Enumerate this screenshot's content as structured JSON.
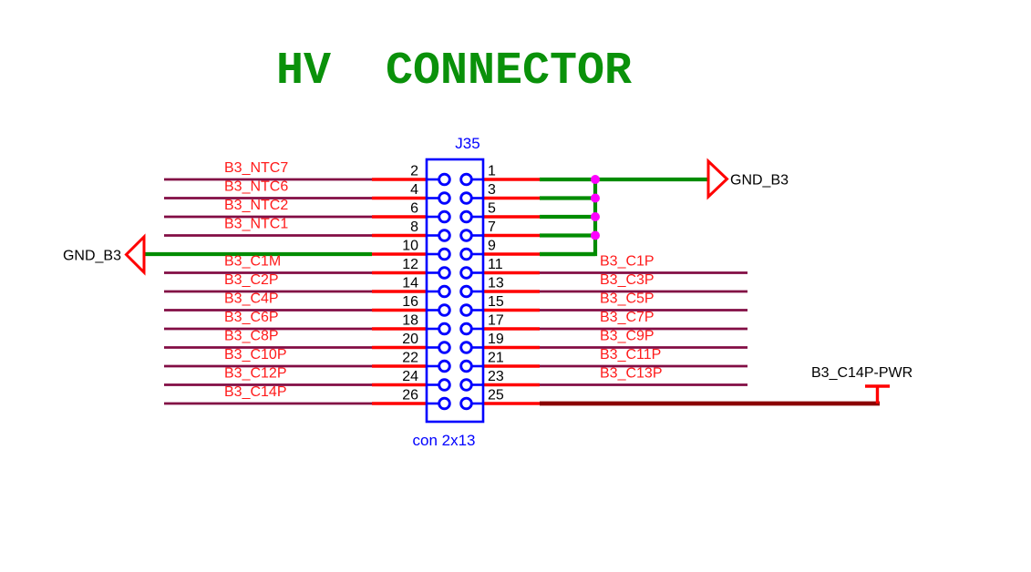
{
  "title": "HV  CONNECTOR",
  "connector": {
    "refdes": "J35",
    "type_label": "con 2x13",
    "rows": [
      {
        "left_pin": "2",
        "right_pin": "1",
        "left_net": "B3_NTC7",
        "right_net": "",
        "left_wire": "purple",
        "right_wire": "green-port",
        "junction": true
      },
      {
        "left_pin": "4",
        "right_pin": "3",
        "left_net": "B3_NTC6",
        "right_net": "",
        "left_wire": "purple",
        "right_wire": "green-bus",
        "junction": true
      },
      {
        "left_pin": "6",
        "right_pin": "5",
        "left_net": "B3_NTC2",
        "right_net": "",
        "left_wire": "purple",
        "right_wire": "green-bus",
        "junction": true
      },
      {
        "left_pin": "8",
        "right_pin": "7",
        "left_net": "B3_NTC1",
        "right_net": "",
        "left_wire": "purple",
        "right_wire": "green-bus",
        "junction": true
      },
      {
        "left_pin": "10",
        "right_pin": "9",
        "left_net": "",
        "right_net": "",
        "left_wire": "green-port",
        "right_wire": "green-bus",
        "junction": false
      },
      {
        "left_pin": "12",
        "right_pin": "11",
        "left_net": "B3_C1M",
        "right_net": "B3_C1P",
        "left_wire": "purple",
        "right_wire": "purple",
        "junction": false
      },
      {
        "left_pin": "14",
        "right_pin": "13",
        "left_net": "B3_C2P",
        "right_net": "B3_C3P",
        "left_wire": "purple",
        "right_wire": "purple",
        "junction": false
      },
      {
        "left_pin": "16",
        "right_pin": "15",
        "left_net": "B3_C4P",
        "right_net": "B3_C5P",
        "left_wire": "purple",
        "right_wire": "purple",
        "junction": false
      },
      {
        "left_pin": "18",
        "right_pin": "17",
        "left_net": "B3_C6P",
        "right_net": "B3_C7P",
        "left_wire": "purple",
        "right_wire": "purple",
        "junction": false
      },
      {
        "left_pin": "20",
        "right_pin": "19",
        "left_net": "B3_C8P",
        "right_net": "B3_C9P",
        "left_wire": "purple",
        "right_wire": "purple",
        "junction": false
      },
      {
        "left_pin": "22",
        "right_pin": "21",
        "left_net": "B3_C10P",
        "right_net": "B3_C11P",
        "left_wire": "purple",
        "right_wire": "purple",
        "junction": false
      },
      {
        "left_pin": "24",
        "right_pin": "23",
        "left_net": "B3_C12P",
        "right_net": "B3_C13P",
        "left_wire": "purple",
        "right_wire": "purple",
        "junction": false
      },
      {
        "left_pin": "26",
        "right_pin": "25",
        "left_net": "B3_C14P",
        "right_net": "",
        "left_wire": "purple",
        "right_wire": "darkred-pwr",
        "junction": false
      }
    ]
  },
  "ports": {
    "gnd_left": "GND_B3",
    "gnd_right": "GND_B3",
    "power": "B3_C14P-PWR"
  },
  "colors": {
    "title_green": "#0a910a",
    "wire_purple": "#820d44",
    "wire_green": "#008c00",
    "wire_red": "#ff0000",
    "wire_darkred": "#8b0000",
    "connector_blue": "#0000ff",
    "junction_magenta": "#ff00ff",
    "net_label_red": "#ff1a1a",
    "text_black": "#000000"
  }
}
